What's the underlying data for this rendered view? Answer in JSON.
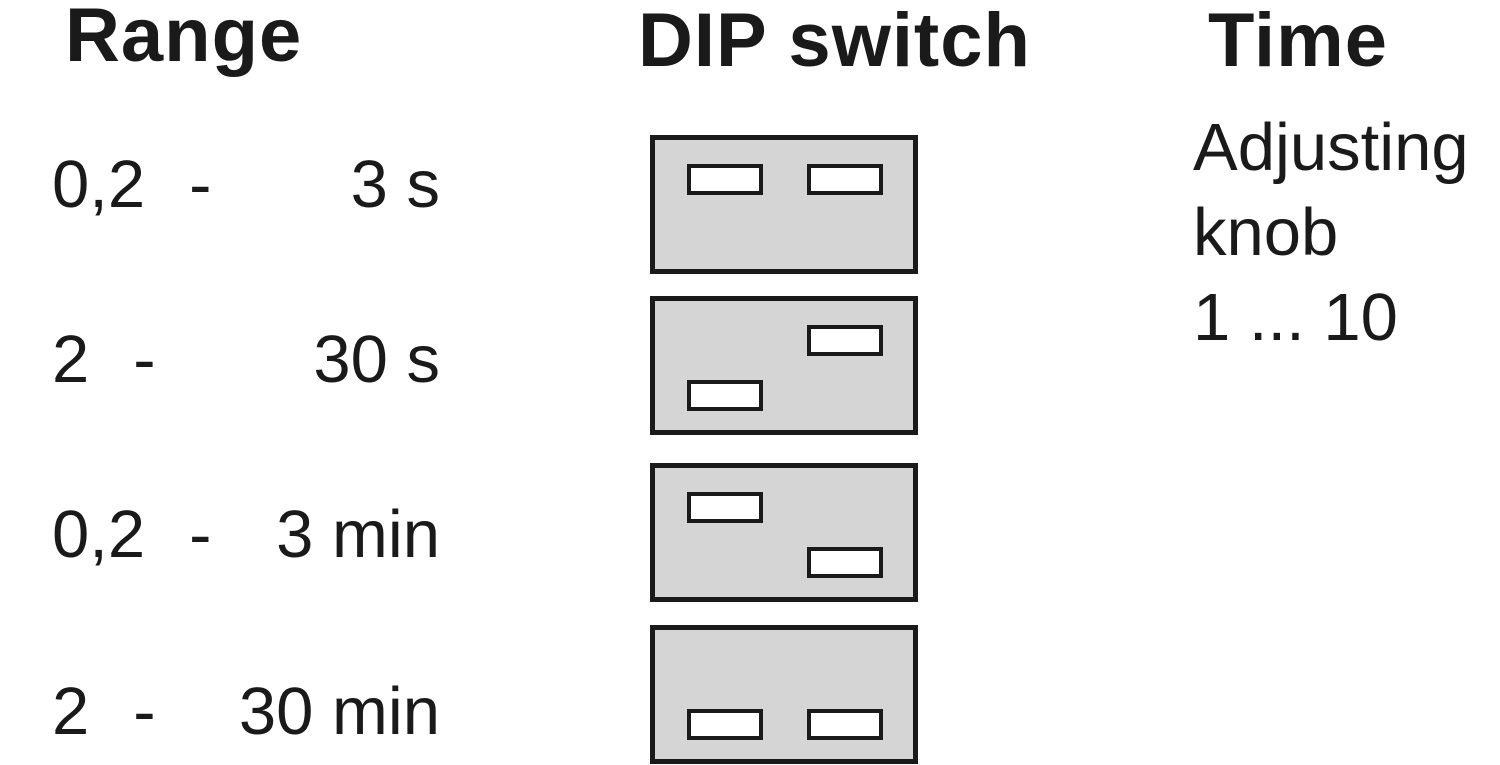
{
  "figure": {
    "headers": {
      "range": "Range",
      "dip": "DIP switch",
      "time": "Time"
    },
    "rows": [
      {
        "from": "0,2",
        "dash": "-",
        "to": "3 s",
        "switch_left": "up",
        "switch_right": "up"
      },
      {
        "from": "2",
        "dash": "-",
        "to": "30 s",
        "switch_left": "down",
        "switch_right": "up"
      },
      {
        "from": "0,2",
        "dash": "-",
        "to": "3 min",
        "switch_left": "up",
        "switch_right": "down"
      },
      {
        "from": "2",
        "dash": "-",
        "to": "30 min",
        "switch_left": "down",
        "switch_right": "down"
      }
    ],
    "time_note": {
      "line1": "Adjusting",
      "line2": "knob",
      "line3": "1 ... 10"
    },
    "colors": {
      "background": "#ffffff",
      "dip_body": "#d5d5d5",
      "outline": "#1a1a1a",
      "switch_fill": "#ffffff",
      "text": "#1a1a1a"
    }
  }
}
